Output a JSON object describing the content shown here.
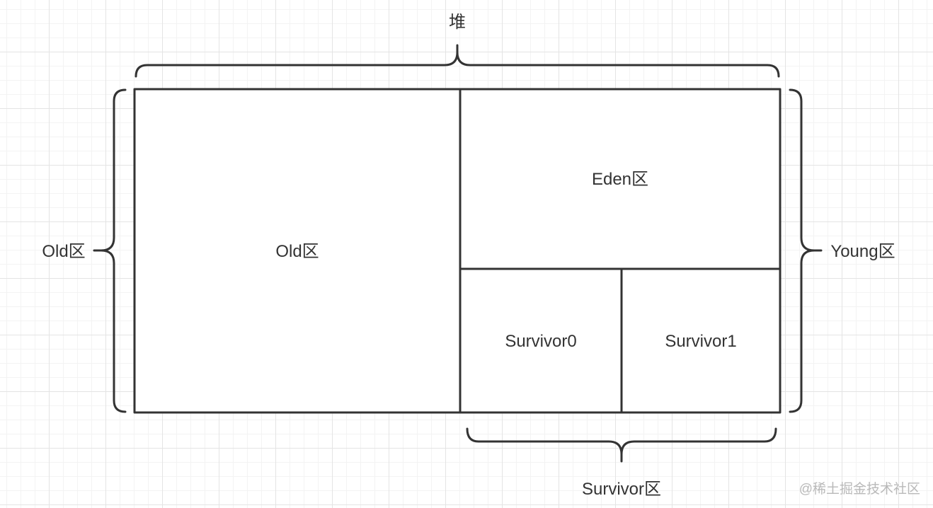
{
  "heap": {
    "label": "堆"
  },
  "regions": {
    "old": "Old区",
    "eden": "Eden区",
    "survivor0": "Survivor0",
    "survivor1": "Survivor1"
  },
  "brackets": {
    "old": "Old区",
    "young": "Young区",
    "survivor": "Survivor区"
  },
  "watermark": "@稀土掘金技术社区",
  "colors": {
    "stroke": "#333333",
    "background": "#ffffff",
    "grid": "#e4e4e4"
  }
}
